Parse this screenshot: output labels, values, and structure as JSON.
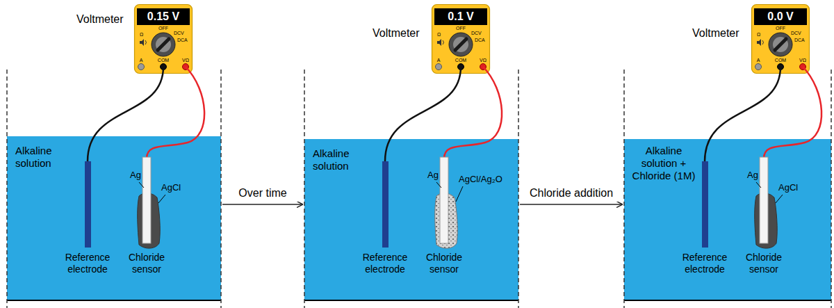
{
  "diagram": {
    "nodes": [
      {
        "text": [
          "0.15 V"
        ]
      },
      {
        "text": [
          "Alkaline solution"
        ]
      },
      {
        "text": [
          "0.1 V"
        ]
      },
      {
        "text": [
          "Alkaline solution"
        ]
      },
      {
        "text": [
          "0.0 V"
        ]
      },
      {
        "text": [
          "Alkaline solution + Chloride (1M)"
        ]
      }
    ],
    "edges": [
      {
        "from": 1,
        "to": 3,
        "arrow": "to",
        "label": "Over time"
      },
      {
        "from": 3,
        "to": 5,
        "arrow": "to",
        "label": "Chloride addition"
      }
    ],
    "labels": [
      "Voltmeter",
      "Ω",
      "OFF",
      "DCV",
      "DCA",
      "A",
      "COM",
      "VΩ",
      "Ag",
      "AgCl",
      "Reference electrode",
      "Chloride sensor",
      "Voltmeter",
      "Ω",
      "OFF",
      "DCV",
      "DCA",
      "A",
      "COM",
      "VΩ",
      "Ag",
      "AgCl/Ag₂O",
      "Reference electrode",
      "Chloride sensor",
      "Voltmeter",
      "Ω",
      "OFF",
      "DCV",
      "DCA",
      "A",
      "COM",
      "VΩ",
      "Ag",
      "AgCl",
      "Reference electrode",
      "Chloride sensor"
    ]
  }
}
